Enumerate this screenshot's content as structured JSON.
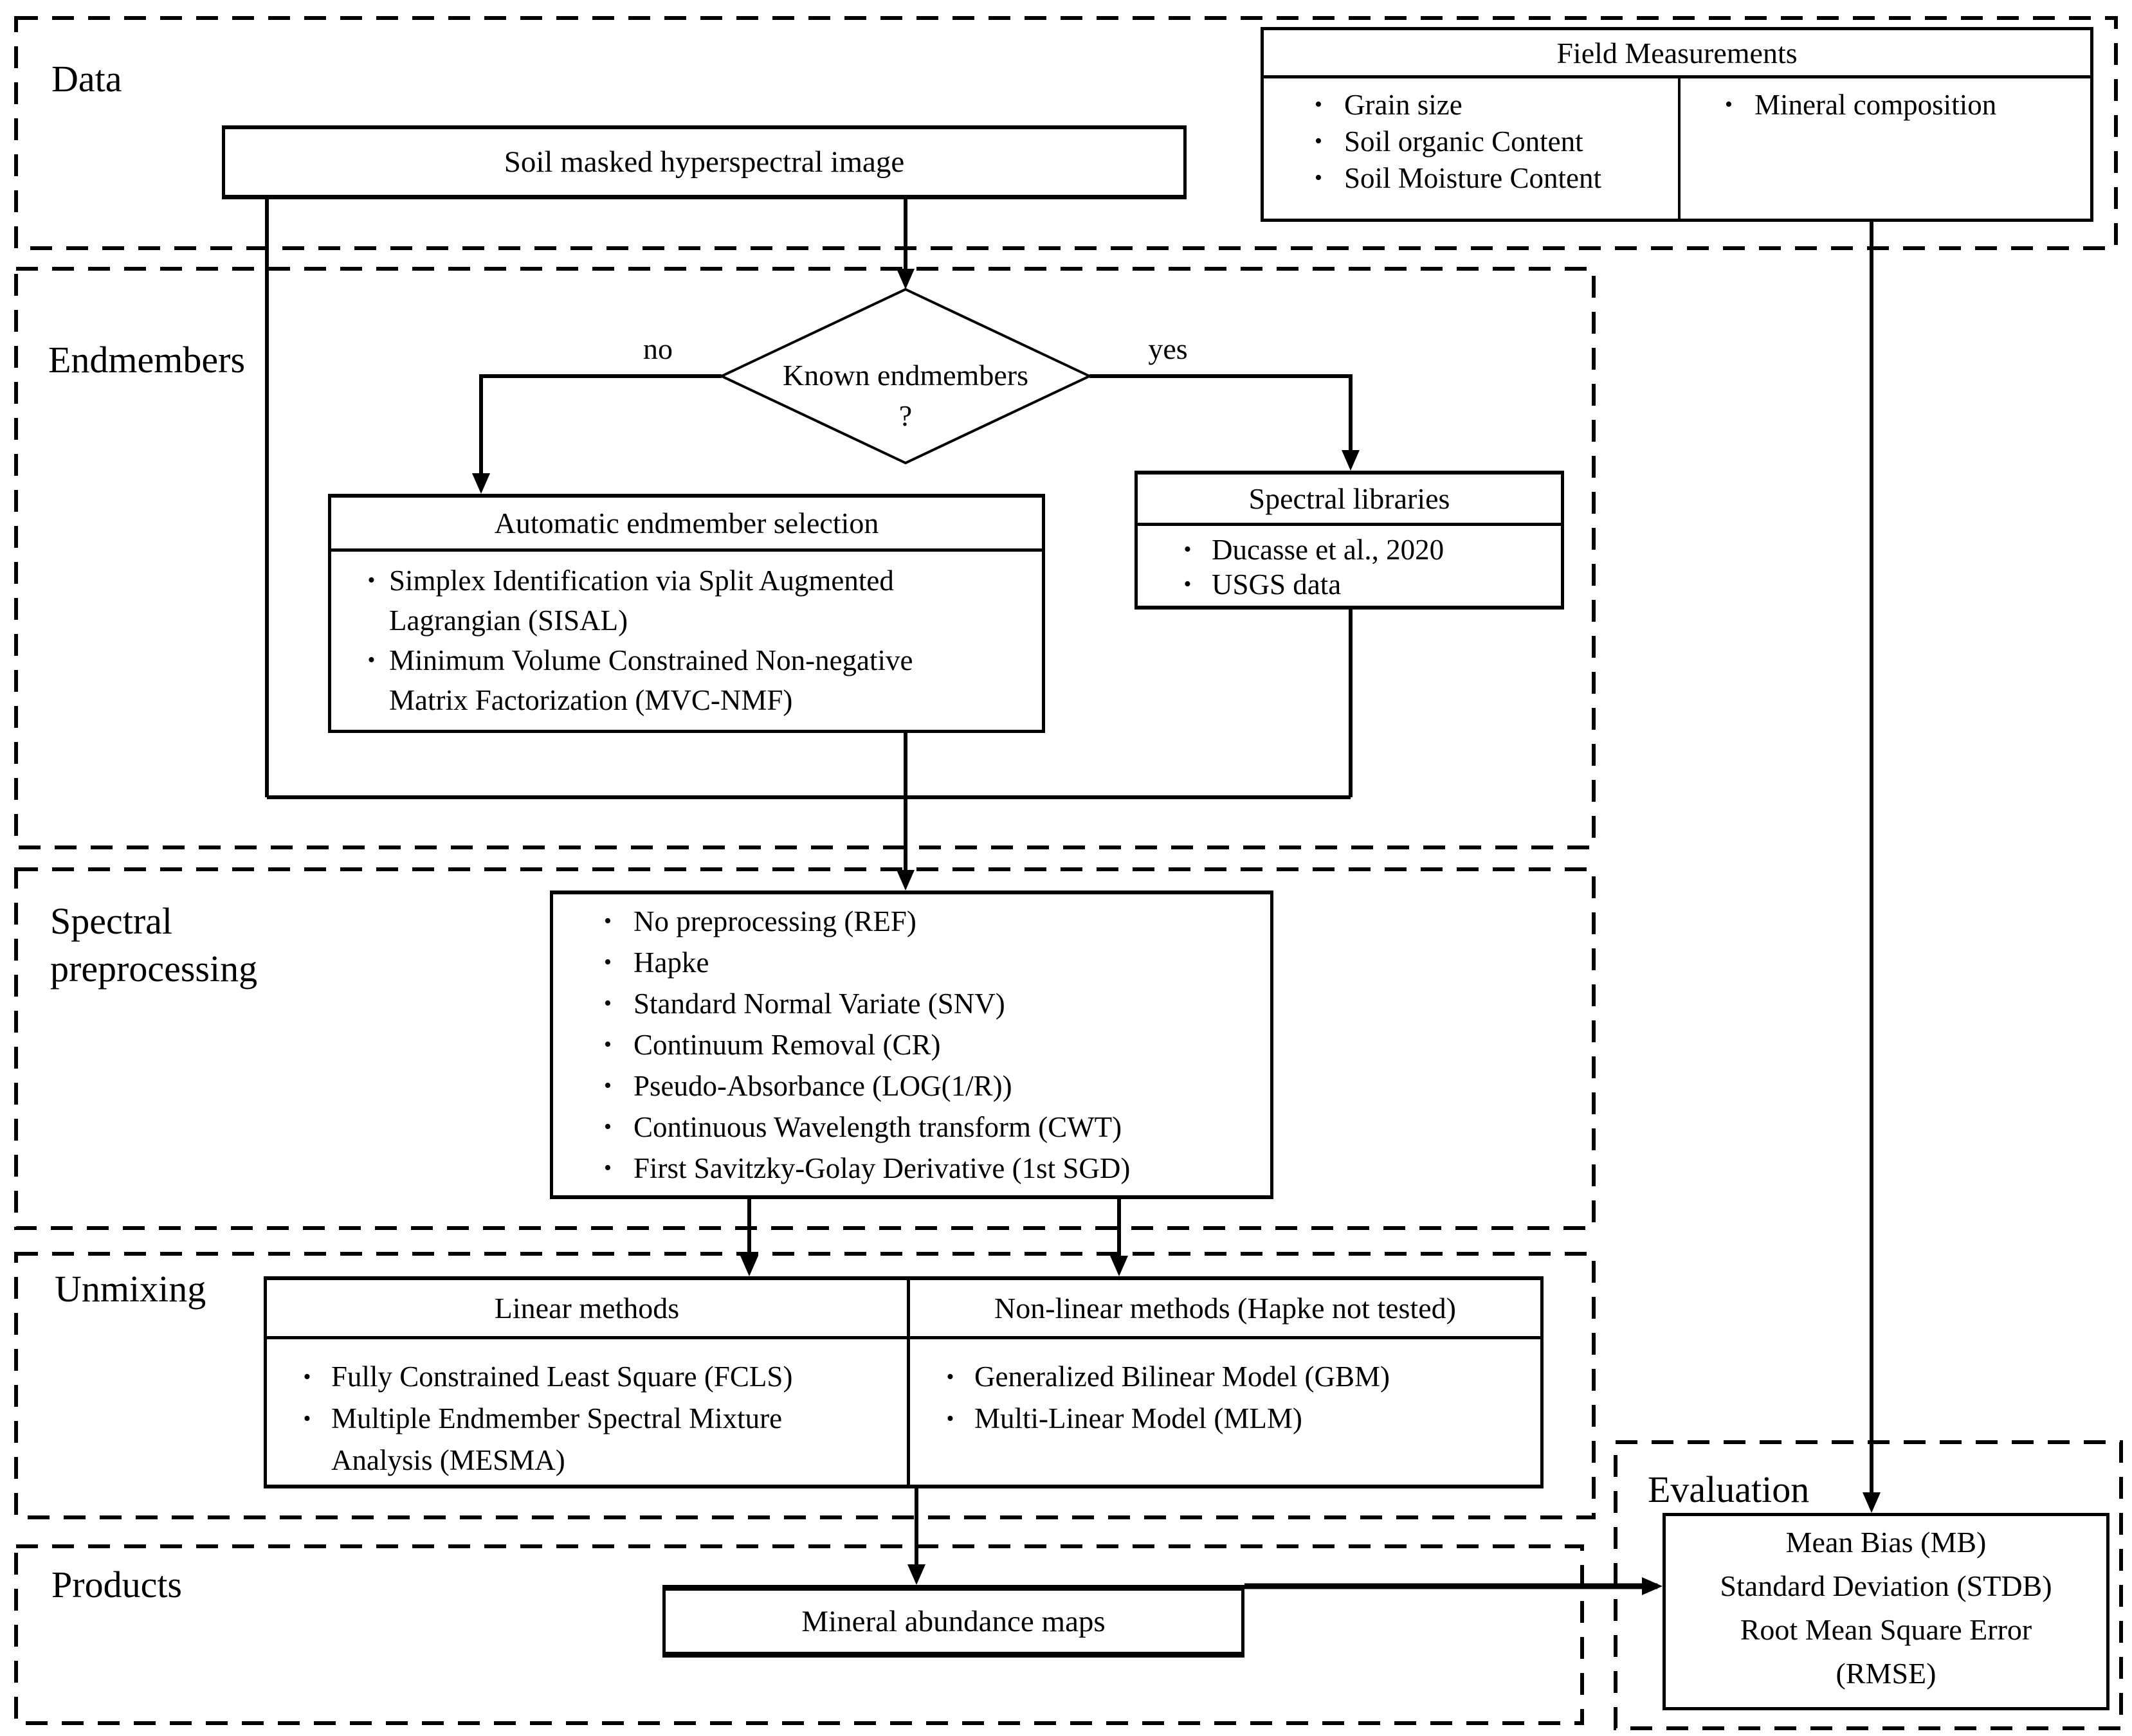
{
  "ui": {
    "bullet": "•"
  },
  "sections": {
    "data": {
      "label": "Data"
    },
    "endmembers": {
      "label": "Endmembers"
    },
    "preprocessing": {
      "label_line1": "Spectral",
      "label_line2": "preprocessing"
    },
    "unmixing": {
      "label": "Unmixing"
    },
    "products": {
      "label": "Products"
    },
    "evaluation": {
      "label": "Evaluation"
    }
  },
  "nodes": {
    "soil_image_box": {
      "text": "Soil masked hyperspectral image"
    },
    "field_measurements": {
      "title": "Field Measurements",
      "left_items": [
        "Grain size",
        "Soil organic Content",
        "Soil Moisture Content"
      ],
      "right_items": [
        "Mineral composition"
      ]
    },
    "decision": {
      "line1": "Known endmembers",
      "line2": "?",
      "no_label": "no",
      "yes_label": "yes"
    },
    "automatic_selection": {
      "title": "Automatic endmember selection",
      "items": [
        {
          "lines": [
            "Simplex Identification via Split Augmented",
            "Lagrangian (SISAL)"
          ]
        },
        {
          "lines": [
            "Minimum Volume Constrained Non-negative",
            "Matrix Factorization (MVC-NMF)"
          ]
        }
      ]
    },
    "spectral_libraries": {
      "title": "Spectral libraries",
      "items": [
        "Ducasse et al., 2020",
        "USGS data"
      ]
    },
    "preprocessing_box": {
      "items": [
        "No preprocessing (REF)",
        "Hapke",
        "Standard Normal Variate (SNV)",
        "Continuum Removal (CR)",
        "Pseudo-Absorbance (LOG(1/R))",
        "Continuous Wavelength transform (CWT)",
        "First Savitzky-Golay Derivative (1st SGD)"
      ]
    },
    "unmixing_table": {
      "linear": {
        "title": "Linear methods",
        "items": [
          {
            "lines": [
              "Fully Constrained Least Square (FCLS)"
            ]
          },
          {
            "lines": [
              "Multiple Endmember Spectral Mixture",
              "Analysis (MESMA)"
            ]
          }
        ]
      },
      "nonlinear": {
        "title": "Non-linear methods (Hapke not tested)",
        "items": [
          {
            "lines": [
              "Generalized Bilinear Model (GBM)"
            ]
          },
          {
            "lines": [
              "Multi-Linear Model (MLM)"
            ]
          }
        ]
      }
    },
    "maps_box": {
      "text": "Mineral abundance maps"
    },
    "evaluation_box": {
      "lines": [
        "Mean Bias (MB)",
        "Standard Deviation (STDB)",
        "Root Mean Square Error",
        "(RMSE)"
      ]
    }
  }
}
